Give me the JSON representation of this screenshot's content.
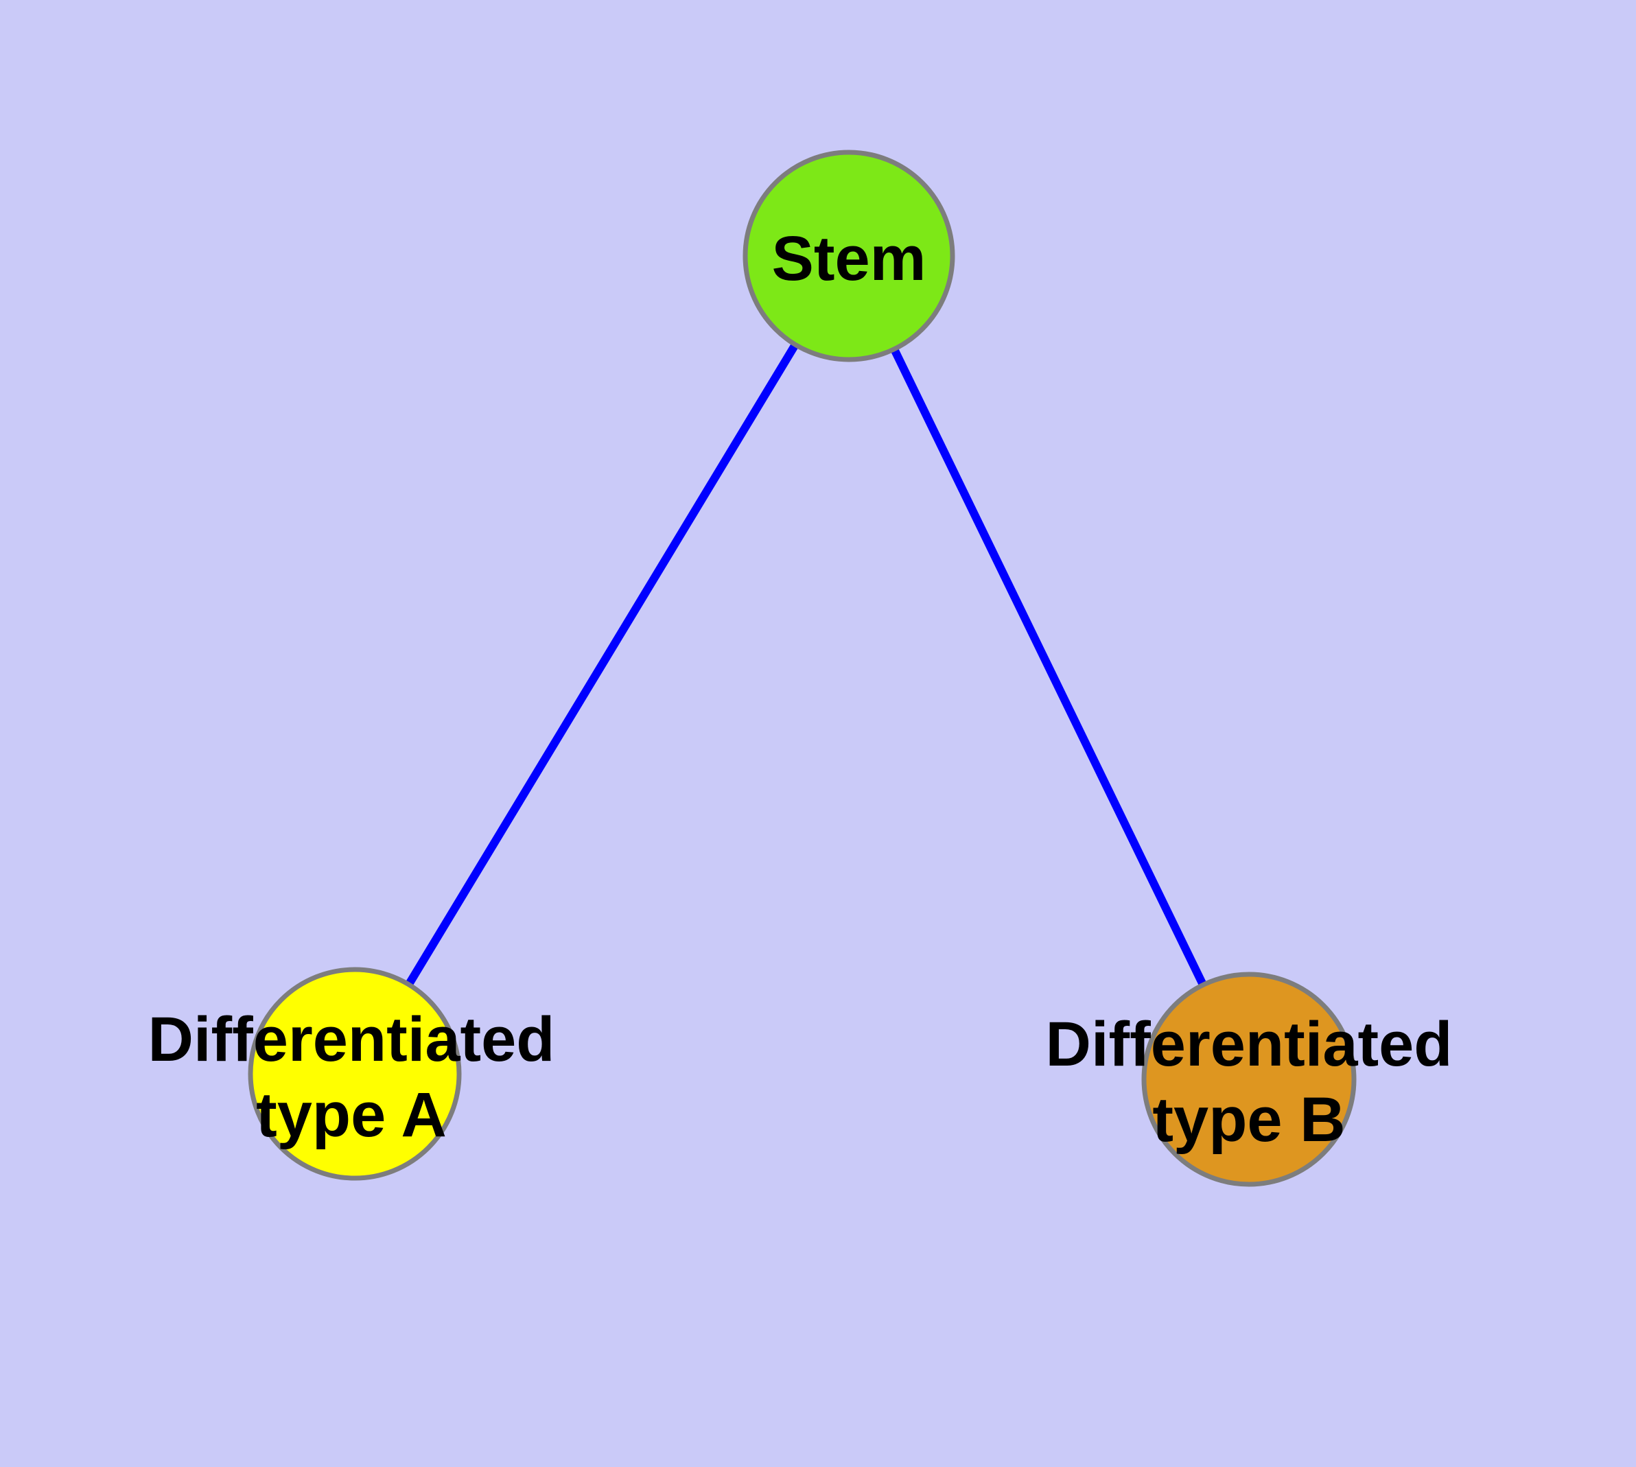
{
  "diagram": {
    "type": "network-graph",
    "background_color": "#CACAF8",
    "edge_color": "#0000FF",
    "node_border_color": "#7D7D7D",
    "label_color": "#000000",
    "nodes": [
      {
        "id": "stem",
        "label": "Stem",
        "color": "#7DE817"
      },
      {
        "id": "differentiated-type-a",
        "label_line1": "Differentiated",
        "label_line2": "type A",
        "color": "#FFFF00"
      },
      {
        "id": "differentiated-type-b",
        "label_line1": "Differentiated",
        "label_line2": "type B",
        "color": "#DE9620"
      }
    ],
    "edges": [
      {
        "from": "stem",
        "to": "differentiated-type-a"
      },
      {
        "from": "stem",
        "to": "differentiated-type-b"
      }
    ]
  }
}
